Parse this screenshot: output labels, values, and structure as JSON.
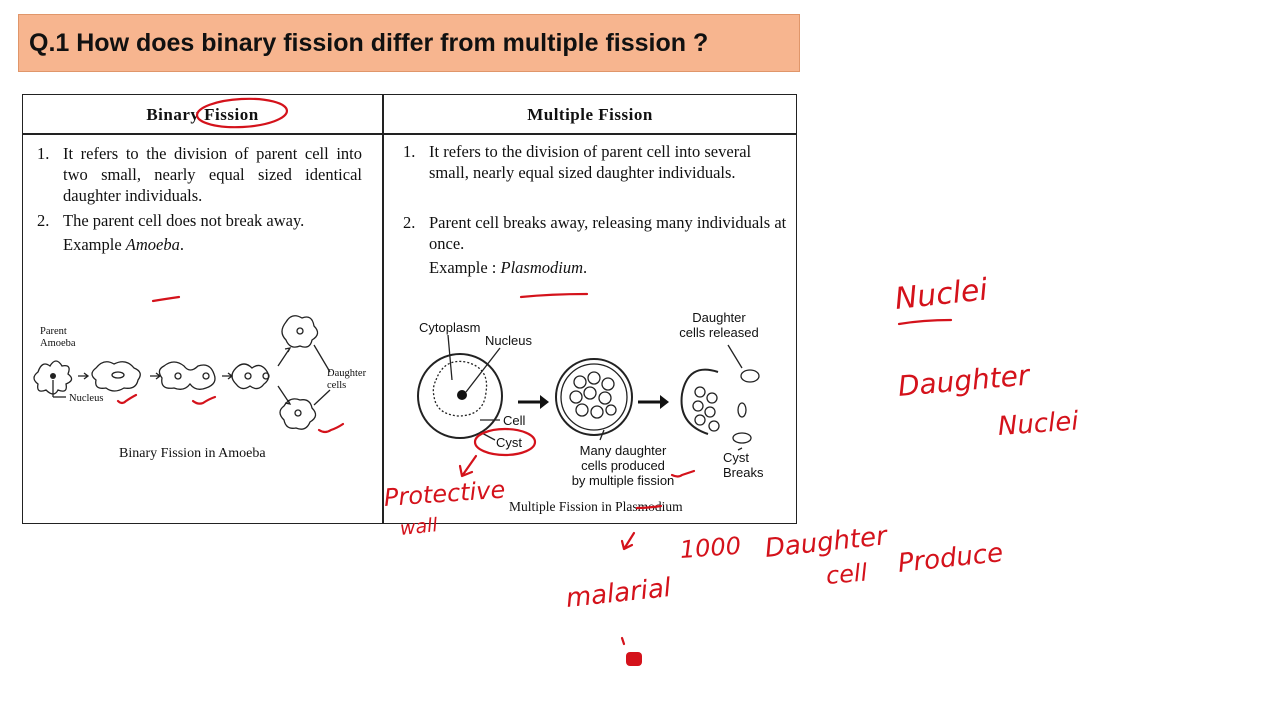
{
  "question": "Q.1 How does binary fission differ from multiple fission ?",
  "table": {
    "binary": {
      "heading": "Binary Fission",
      "points": [
        {
          "num": "1.",
          "text": "It refers to the division of parent cell into two small, nearly equal sized identical daughter individuals."
        },
        {
          "num": "2.",
          "text": "The parent cell does not break away."
        }
      ],
      "example_prefix": "Example ",
      "example_name": "Amoeba",
      "example_suffix": ".",
      "diagram": {
        "parent_label": "Parent\nAmoeba",
        "nucleus_label": "Nucleus",
        "daughter_label": "Daughter\ncells",
        "caption": "Binary Fission in Amoeba"
      }
    },
    "multiple": {
      "heading": "Multiple Fission",
      "points": [
        {
          "num": "1.",
          "text": "It refers to the division of parent cell into several small, nearly equal sized daughter individuals."
        },
        {
          "num": "2.",
          "text": "Parent cell breaks away, releasing many individuals at once."
        }
      ],
      "example_prefix": "Example : ",
      "example_name": "Plasmodium",
      "example_suffix": ".",
      "diagram": {
        "cytoplasm_label": "Cytoplasm",
        "nucleus_label": "Nucleus",
        "cell_label": "Cell",
        "cyst_label": "Cyst",
        "many_label": "Many daughter\ncells produced\nby multiple fission",
        "released_label": "Daughter\ncells released",
        "breaks_label": "Cyst\nBreaks",
        "caption": "Multiple Fission in Plasmodium"
      }
    }
  },
  "handwriting": {
    "protective": "Protective",
    "wall": "wall",
    "nuclei": "Nuclei",
    "daughter": "Daughter",
    "nuclei2": "Nuclei",
    "count": "1000",
    "daughter2": "Daughter",
    "cell": "cell",
    "produce": "Produce",
    "malarial": "malarial"
  },
  "colors": {
    "banner": "#f7b58f",
    "ink": "#d4121b"
  }
}
